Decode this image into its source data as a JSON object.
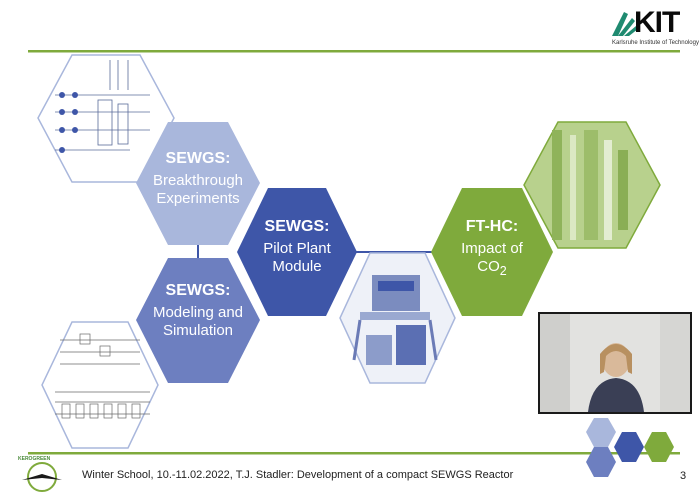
{
  "header": {
    "logo_text": "KIT",
    "logo_subtitle": "Karlsruhe Institute of Technology"
  },
  "hexagons": [
    {
      "title": "SEWGS:",
      "body": "Breakthrough Experiments",
      "color": "#a9b7dc"
    },
    {
      "title": "SEWGS:",
      "body": "Modeling and Simulation",
      "color": "#6d7fc0"
    },
    {
      "title": "SEWGS:",
      "body": "Pilot Plant Module",
      "color": "#3e56a8"
    },
    {
      "title": "FT-HC:",
      "body": "Impact of",
      "sub_body": "CO",
      "subscript": "2",
      "color": "#7faa3c"
    }
  ],
  "footer": {
    "text": "Winter School, 10.-11.02.2022, T.J. Stadler: Development of a compact SEWGS Reactor",
    "page_number": "3",
    "partner_logo_text": "KEROGREEN"
  },
  "colors": {
    "accent_green": "#7faa3c",
    "dark_blue": "#3e56a8",
    "mid_blue": "#6d7fc0",
    "light_blue": "#a9b7dc"
  }
}
